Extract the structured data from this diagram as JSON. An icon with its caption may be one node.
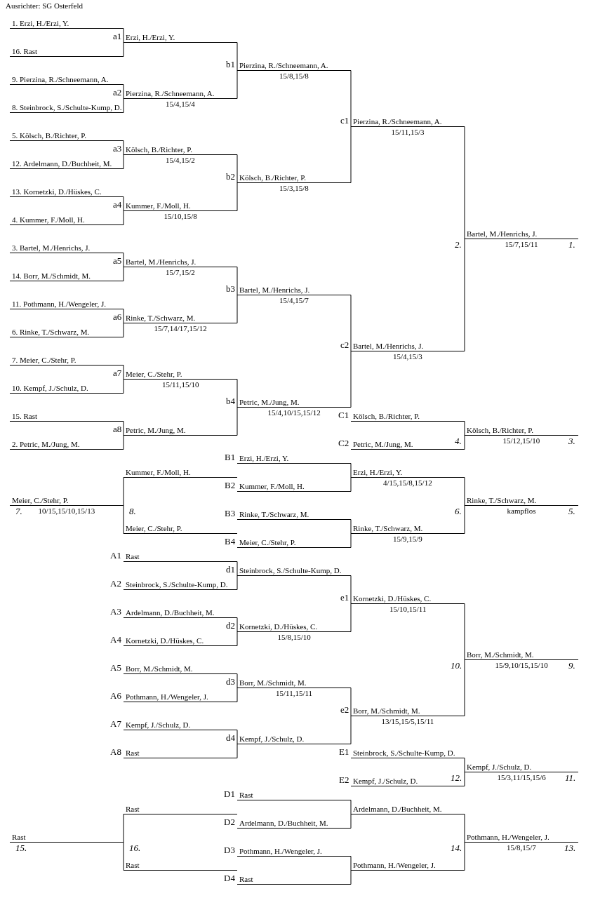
{
  "diagram": {
    "title": "Ausrichter: SG Osterfeld",
    "labels": [
      "1. Erzi, H./Erzi, Y.",
      "a1",
      "Erzi, H./Erzi, Y.",
      "16. Rast",
      "b1",
      "Pierzina, R./Schneemann, A.",
      "15/8,15/8",
      "9. Pierzina, R./Schneemann, A.",
      "a2",
      "Pierzina, R./Schneemann, A.",
      "15/4,15/4",
      "8. Steinbrock, S./Schulte-Kump, D.",
      "c1",
      "Pierzina, R./Schneemann, A.",
      "15/11,15/3",
      "5. Kölsch, B./Richter, P.",
      "a3",
      "Kölsch, B./Richter, P.",
      "15/4,15/2",
      "12. Ardelmann, D./Buchheit, M.",
      "b2",
      "Kölsch, B./Richter, P.",
      "15/3,15/8",
      "13. Kornetzki, D./Hüskes, C.",
      "a4",
      "Kummer, F./Moll, H.",
      "15/10,15/8",
      "4. Kummer, F./Moll, H.",
      "Bartel, M./Henrichs, J.",
      "2.",
      "15/7,15/11",
      "1.",
      "3. Bartel, M./Henrichs, J.",
      "a5",
      "Bartel, M./Henrichs, J.",
      "15/7,15/2",
      "14. Borr, M./Schmidt, M.",
      "b3",
      "Bartel, M./Henrichs, J.",
      "15/4,15/7",
      "11. Pothmann, H./Wengeler, J.",
      "a6",
      "Rinke, T./Schwarz, M.",
      "15/7,14/17,15/12",
      "6. Rinke, T./Schwarz, M.",
      "c2",
      "Bartel, M./Henrichs, J.",
      "15/4,15/3",
      "7. Meier, C./Stehr, P.",
      "a7",
      "Meier, C./Stehr, P.",
      "15/11,15/10",
      "10. Kempf, J./Schulz, D.",
      "b4",
      "Petric, M./Jung, M.",
      "15/4,10/15,15/12",
      "15. Rast",
      "C1",
      "Kölsch, B./Richter, P.",
      "a8",
      "Petric, M./Jung, M.",
      "Kölsch, B./Richter, P.",
      "2. Petric, M./Jung, M.",
      "C2",
      "Petric, M./Jung, M.",
      "4.",
      "15/12,15/10",
      "3.",
      "B1",
      "Erzi, H./Erzi, Y.",
      "Kummer, F./Moll, H.",
      "Erzi, H./Erzi, Y.",
      "B2",
      "Kummer, F./Moll, H.",
      "4/15,15/8,15/12",
      "Meier, C./Stehr, P.",
      "Rinke, T./Schwarz, M.",
      "7.",
      "10/15,15/10,15/13",
      "8.",
      "B3",
      "Rinke, T./Schwarz, M.",
      "6.",
      "kampflos",
      "5.",
      "Meier, C./Stehr, P.",
      "Rinke, T./Schwarz, M.",
      "B4",
      "Meier, C./Stehr, P.",
      "15/9,15/9",
      "A1",
      "Rast",
      "d1",
      "Steinbrock, S./Schulte-Kump, D.",
      "A2",
      "Steinbrock, S./Schulte-Kump, D.",
      "e1",
      "Kornetzki, D./Hüskes, C.",
      "A3",
      "Ardelmann, D./Buchheit, M.",
      "15/10,15/11",
      "d2",
      "Kornetzki, D./Hüskes, C.",
      "A4",
      "Kornetzki, D./Hüskes, C.",
      "15/8,15/10",
      "Borr, M./Schmidt, M.",
      "A5",
      "Borr, M./Schmidt, M.",
      "10.",
      "15/9,10/15,15/10",
      "9.",
      "d3",
      "Borr, M./Schmidt, M.",
      "A6",
      "Pothmann, H./Wengeler, J.",
      "15/11,15/11",
      "e2",
      "Borr, M./Schmidt, M.",
      "A7",
      "Kempf, J./Schulz, D.",
      "13/15,15/5,15/11",
      "d4",
      "Kempf, J./Schulz, D.",
      "A8",
      "Rast",
      "E1",
      "Steinbrock, S./Schulte-Kump, D.",
      "Kempf, J./Schulz, D.",
      "E2",
      "Kempf, J./Schulz, D.",
      "12.",
      "15/3,11/15,15/6",
      "11.",
      "D1",
      "Rast",
      "Rast",
      "Ardelmann, D./Buchheit, M.",
      "D2",
      "Ardelmann, D./Buchheit, M.",
      "Rast",
      "Pothmann, H./Wengeler, J.",
      "15.",
      "16.",
      "D3",
      "Pothmann, H./Wengeler, J.",
      "14.",
      "15/8,15/7",
      "13.",
      "Rast",
      "Pothmann, H./Wengeler, J.",
      "D4",
      "Rast"
    ]
  }
}
